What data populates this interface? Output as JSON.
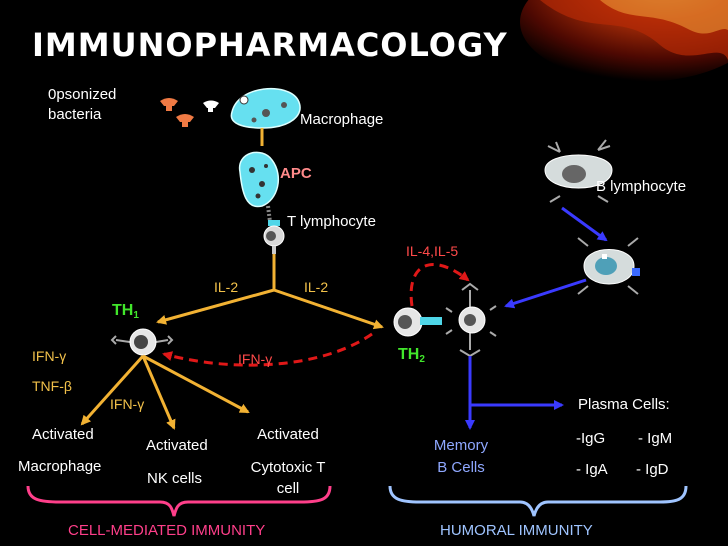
{
  "title": "IMMUNOPHARMACOLOGY",
  "labels": {
    "opsonized_line1": "0psonized",
    "opsonized_line2": "bacteria",
    "macrophage": "Macrophage",
    "apc": "APC",
    "t_lymphocyte": "T lymphocyte",
    "b_lymphocyte": "B lymphocyte",
    "il4_il5": "IL-4,IL-5",
    "il2_left": "IL-2",
    "il2_right": "IL-2",
    "th1": "TH",
    "th1_sub": "1",
    "th2": "TH",
    "th2_sub": "2",
    "ifn_gamma_center": "IFN-γ",
    "ifn_gamma_left": "IFN-γ",
    "tnf_beta": "TNF-β",
    "ifn_gamma_lower": "IFN-γ",
    "activated_macrophage_line1": "Activated",
    "activated_macrophage_line2": "Macrophage",
    "activated_nk_line1": "Activated",
    "activated_nk_line2": "NK  cells",
    "activated_ctl_line1": "Activated",
    "activated_ctl_line2": "Cytotoxic T",
    "activated_ctl_line3": "cell",
    "memory_b_line1": "Memory",
    "memory_b_line2": "B Cells",
    "plasma_cells": "Plasma Cells:",
    "igg": "-IgG",
    "igm": "- IgM",
    "iga": "- IgA",
    "igd": "- IgD",
    "cell_mediated": "CELL-MEDIATED IMMUNITY",
    "humoral": "HUMORAL   IMMUNITY"
  },
  "colors": {
    "background": "#000000",
    "pathway_yellow": "#f2b233",
    "humoral_blue": "#3a3aff",
    "feedback_red": "#e01818",
    "th_green": "#41e62b",
    "cell_mediated_brace": "#ff3f8a",
    "humoral_brace": "#9fc4ff",
    "macrophage_cyan": "#66e0f0"
  }
}
